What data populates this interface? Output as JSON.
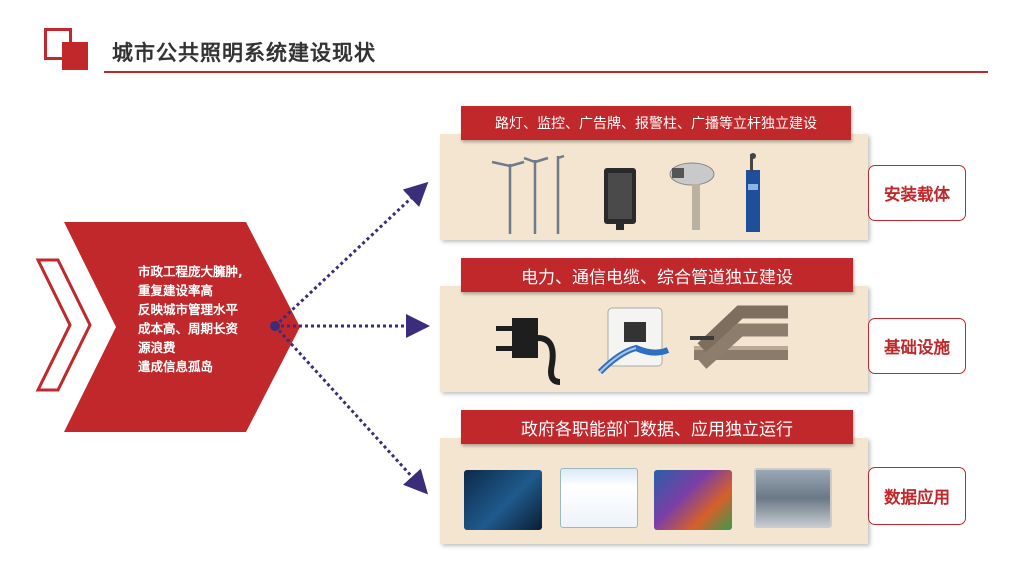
{
  "header": {
    "title": "城市公共照明系统建设现状"
  },
  "left_panel": {
    "lines": [
      "市政工程庞大臃肿,",
      "重复建设率高",
      "反映城市管理水平",
      "成本高、周期长资",
      "源浪费",
      "遣成信息孤岛"
    ]
  },
  "rows": [
    {
      "banner": "路灯、监控、广告牌、报警柱、广播等立杆独立建设",
      "tag": "安装载体"
    },
    {
      "banner": "电力、通信电缆、综合管道独立建设",
      "tag": "基础设施"
    },
    {
      "banner": "政府各职能部门数据、应用独立运行",
      "tag": "数据应用"
    }
  ],
  "colors": {
    "accent": "#c0282b",
    "panel_bg": "#f3e5cf",
    "connector": "#3b2d7a"
  }
}
